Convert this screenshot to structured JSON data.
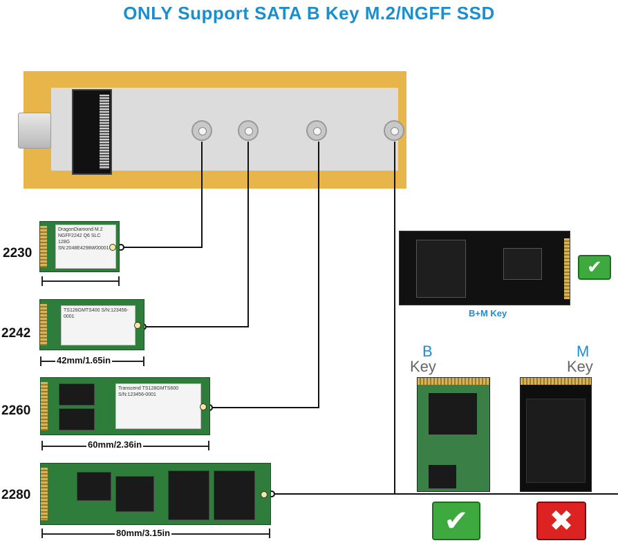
{
  "title": "ONLY Support SATA B Key  M.2/NGFF SSD",
  "sizes": [
    {
      "label": "2230",
      "dimension": "",
      "sticker": "DragonDiamond  M.2 NGFF2242 Q6 SLC 128G  SN:2048E4298W00001"
    },
    {
      "label": "2242",
      "dimension": "42mm/1.65in",
      "sticker": "TS128GMTS400  S/N:123456-0001"
    },
    {
      "label": "2260",
      "dimension": "60mm/2.36in",
      "sticker": "Transcend  TS128GMTS600  S/N:123456-0001"
    },
    {
      "label": "2280",
      "dimension": "80mm/3.15in",
      "sticker": ""
    }
  ],
  "bm": {
    "label": "B+M Key",
    "status": "supported"
  },
  "b_key": {
    "letter": "B",
    "word": "Key",
    "status": "supported"
  },
  "m_key": {
    "letter": "M",
    "word": "Key",
    "status": "not-supported"
  },
  "colors": {
    "title": "#1a8fd0",
    "check": "#3ea93e",
    "cross": "#dd2222",
    "board": "#e8b54a"
  },
  "icons": {
    "check": "check-mark-icon",
    "cross": "cross-mark-icon"
  }
}
